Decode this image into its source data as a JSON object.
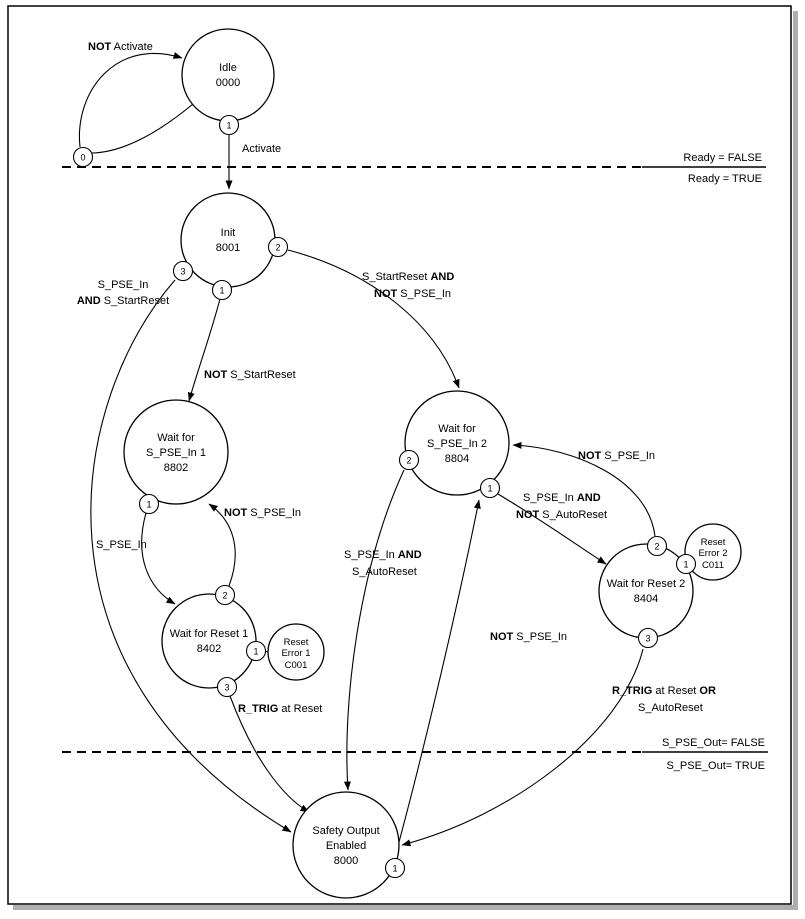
{
  "ink": "#000000",
  "states": {
    "idle": {
      "lines": [
        "Idle",
        "0000"
      ]
    },
    "init": {
      "lines": [
        "Init",
        "8001"
      ]
    },
    "wait1": {
      "lines": [
        "Wait for",
        "S_PSE_In 1",
        "8802"
      ]
    },
    "reset1": {
      "lines": [
        "Wait for Reset 1",
        "8402"
      ]
    },
    "err1": {
      "lines": [
        "Reset",
        "Error 1",
        "C001"
      ]
    },
    "wait2": {
      "lines": [
        "Wait for",
        "S_PSE_In 2",
        "8804"
      ]
    },
    "reset2": {
      "lines": [
        "Wait for Reset 2",
        "8404"
      ]
    },
    "err2": {
      "lines": [
        "Reset",
        "Error 2",
        "C011"
      ]
    },
    "soe": {
      "lines": [
        "Safety Output",
        "Enabled",
        "8000"
      ]
    }
  },
  "ports": {
    "idle0": "0",
    "idle1": "1",
    "init1": "1",
    "init2": "2",
    "init3": "3",
    "wait1_1": "1",
    "reset1_1": "1",
    "reset1_2": "2",
    "reset1_3": "3",
    "wait2_1": "1",
    "wait2_2": "2",
    "reset2_1": "1",
    "reset2_2": "2",
    "reset2_3": "3",
    "soe1": "1"
  },
  "labels": {
    "notActivate": [
      {
        "t": "NOT",
        "b": 1
      },
      {
        "t": " Activate"
      }
    ],
    "activate": [
      {
        "t": "Activate"
      }
    ],
    "readyFalse": [
      {
        "t": "Ready = FALSE"
      }
    ],
    "readyTrue": [
      {
        "t": "Ready = TRUE"
      }
    ],
    "pseAndStartReset1": [
      {
        "t": "S_PSE_In"
      }
    ],
    "pseAndStartReset2": [
      {
        "t": "AND",
        "b": 1
      },
      {
        "t": " S_StartReset"
      }
    ],
    "startResetAndNotPse1": [
      {
        "t": "S_StartReset "
      },
      {
        "t": "AND",
        "b": 1
      }
    ],
    "startResetAndNotPse2": [
      {
        "t": "NOT",
        "b": 1
      },
      {
        "t": " S_PSE_In"
      }
    ],
    "notStartReset": [
      {
        "t": "NOT",
        "b": 1
      },
      {
        "t": " S_StartReset"
      }
    ],
    "notPseIn1": [
      {
        "t": "NOT",
        "b": 1
      },
      {
        "t": " S_PSE_In"
      }
    ],
    "pseIn": [
      {
        "t": "S_PSE_In"
      }
    ],
    "notPseIn2": [
      {
        "t": "NOT",
        "b": 1
      },
      {
        "t": " S_PSE_In"
      }
    ],
    "pseInAndNotAuto1": [
      {
        "t": "S_PSE_In "
      },
      {
        "t": "AND",
        "b": 1
      }
    ],
    "pseInAndNotAuto2": [
      {
        "t": "NOT",
        "b": 1
      },
      {
        "t": " S_AutoReset"
      }
    ],
    "pseInAndAuto1": [
      {
        "t": "S_PSE_In "
      },
      {
        "t": "AND",
        "b": 1
      }
    ],
    "pseInAndAuto2": [
      {
        "t": "S_AutoReset"
      }
    ],
    "notPseIn3": [
      {
        "t": "NOT",
        "b": 1
      },
      {
        "t": " S_PSE_In"
      }
    ],
    "rtrigReset": [
      {
        "t": "R_TRIG",
        "b": 1
      },
      {
        "t": " at Reset"
      }
    ],
    "rtrigResetOr1": [
      {
        "t": "R_TRIG",
        "b": 1
      },
      {
        "t": " at Reset "
      },
      {
        "t": "OR",
        "b": 1
      }
    ],
    "rtrigResetOr2": [
      {
        "t": "S_AutoReset"
      }
    ],
    "pseOutFalse": [
      {
        "t": "S_PSE_Out= FALSE"
      }
    ],
    "pseOutTrue": [
      {
        "t": "S_PSE_Out= TRUE"
      }
    ]
  }
}
